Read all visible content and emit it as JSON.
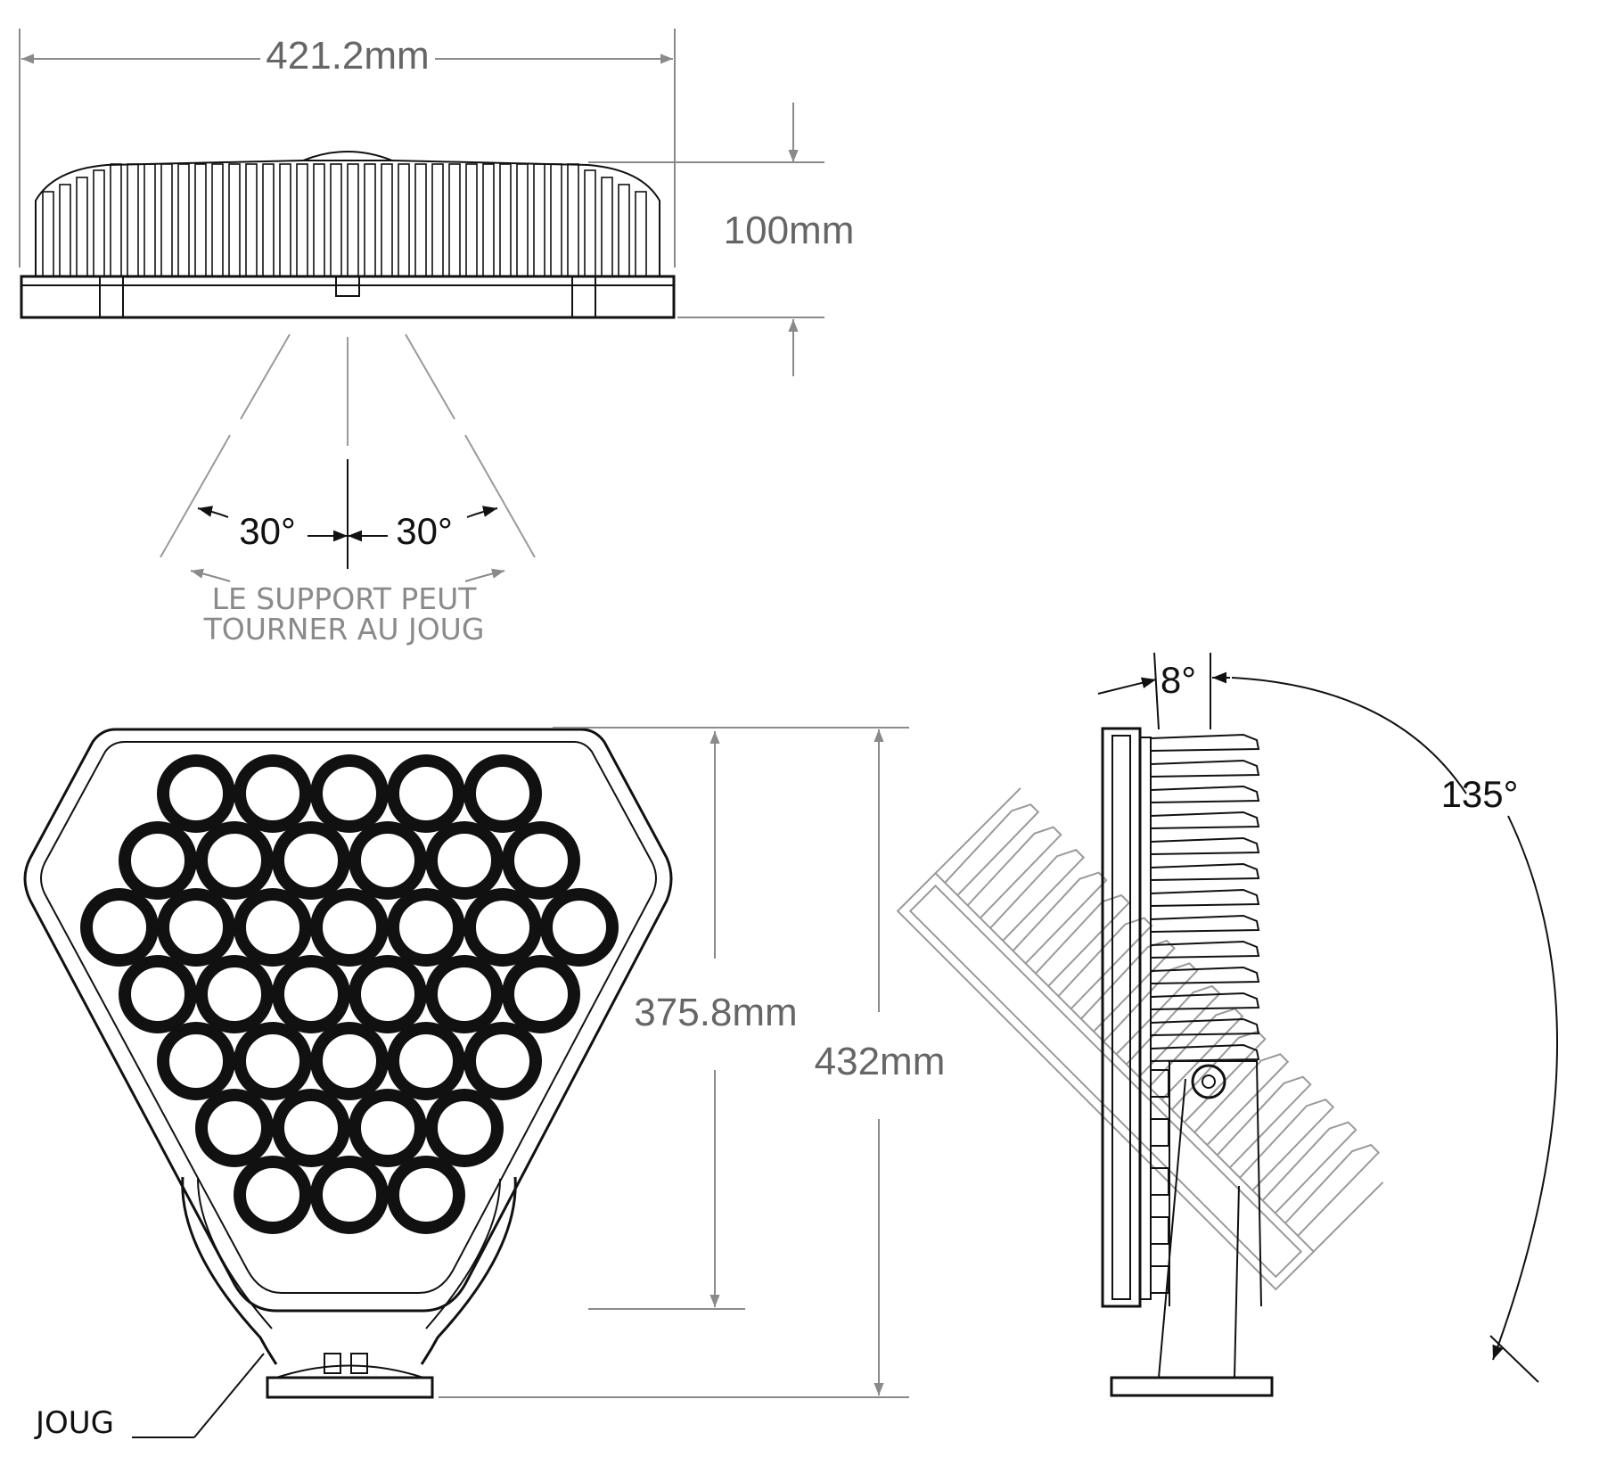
{
  "dimensions": {
    "width": "421.2mm",
    "depth": "100mm",
    "optic_height": "375.8mm",
    "total_height": "432mm"
  },
  "angles": {
    "rotate_left": "30°",
    "rotate_right": "30°",
    "tilt_back": "8°",
    "tilt_forward": "135°"
  },
  "notes": {
    "rotation_line1": "LE SUPPORT PEUT",
    "rotation_line2": "TOURNER AU JOUG"
  },
  "labels": {
    "yoke": "JOUG"
  },
  "optics": {
    "rows": [
      5,
      6,
      7,
      6,
      5,
      4,
      3
    ],
    "total": 36
  },
  "colors": {
    "ink": "#111111",
    "dimension": "#8a8a8a",
    "ghost": "#9a9a9a"
  }
}
